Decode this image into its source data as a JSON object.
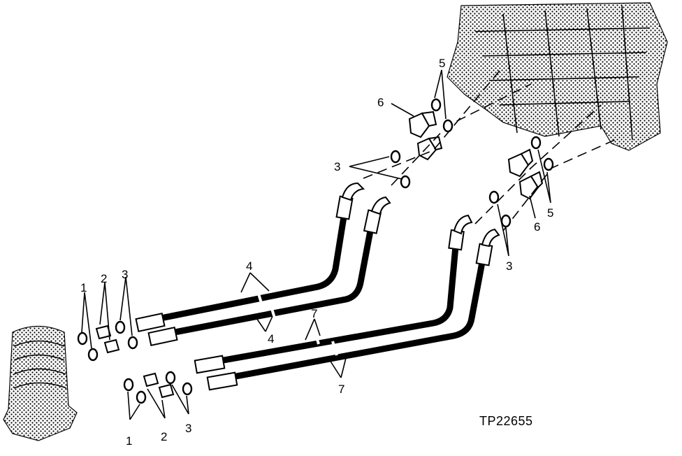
{
  "figure_id": "TP22655",
  "callouts": {
    "c1_left": "1",
    "c2_left": "2",
    "c3_left": "3",
    "c1_bottom": "1",
    "c2_bottom": "2",
    "c3_bottom": "3",
    "c4_upper": "4",
    "c4_lower": "4",
    "c7_upper": "7",
    "c7_lower": "7",
    "c3_mid_left": "3",
    "c3_mid_right": "3",
    "c5_top": "5",
    "c5_right": "5",
    "c6_top": "6",
    "c6_right": "6"
  }
}
